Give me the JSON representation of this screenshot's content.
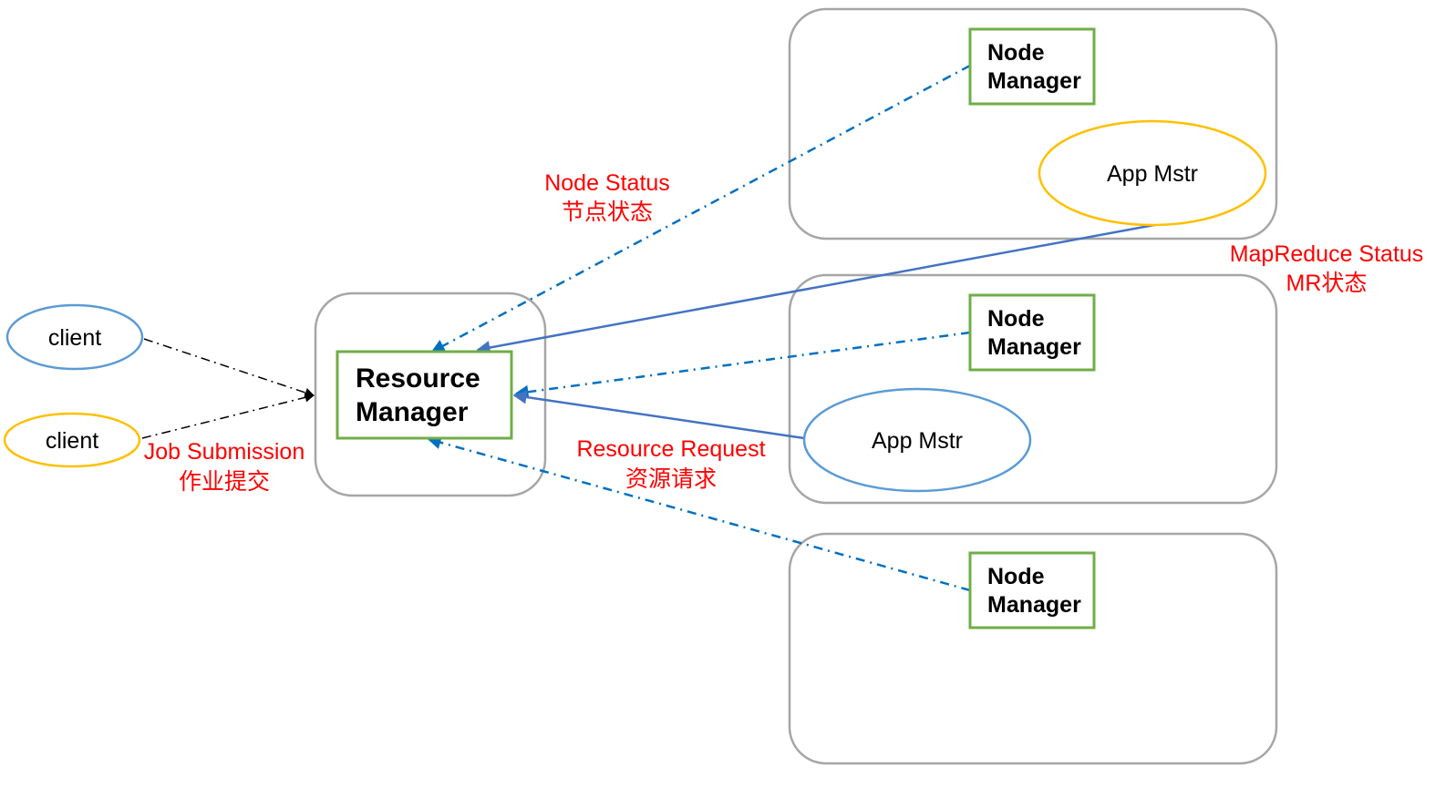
{
  "resource_manager": {
    "line1": "Resource",
    "line2": "Manager"
  },
  "node_managers": [
    {
      "line1": "Node",
      "line2": "Manager"
    },
    {
      "line1": "Node",
      "line2": "Manager"
    },
    {
      "line1": "Node",
      "line2": "Manager"
    }
  ],
  "app_masters": [
    {
      "label": "App Mstr"
    },
    {
      "label": "App Mstr"
    }
  ],
  "clients": [
    {
      "label": "client"
    },
    {
      "label": "client"
    }
  ],
  "annotations": {
    "job_submission": {
      "line1": "Job Submission",
      "line2": "作业提交"
    },
    "node_status": {
      "line1": "Node Status",
      "line2": "节点状态"
    },
    "resource_request": {
      "line1": "Resource Request",
      "line2": "资源请求"
    },
    "mapreduce_status": {
      "line1": "MapReduce Status",
      "line2": "MR状态"
    }
  },
  "colors": {
    "container_border": "#a6a6a6",
    "manager_box_border": "#70ad47",
    "client_blue": "#5b9bd5",
    "client_yellow": "#ffc000",
    "arrow_dashdot_blue": "#0070c0",
    "arrow_solid_blue": "#4472c4",
    "annotation_text": "#ff0000"
  }
}
